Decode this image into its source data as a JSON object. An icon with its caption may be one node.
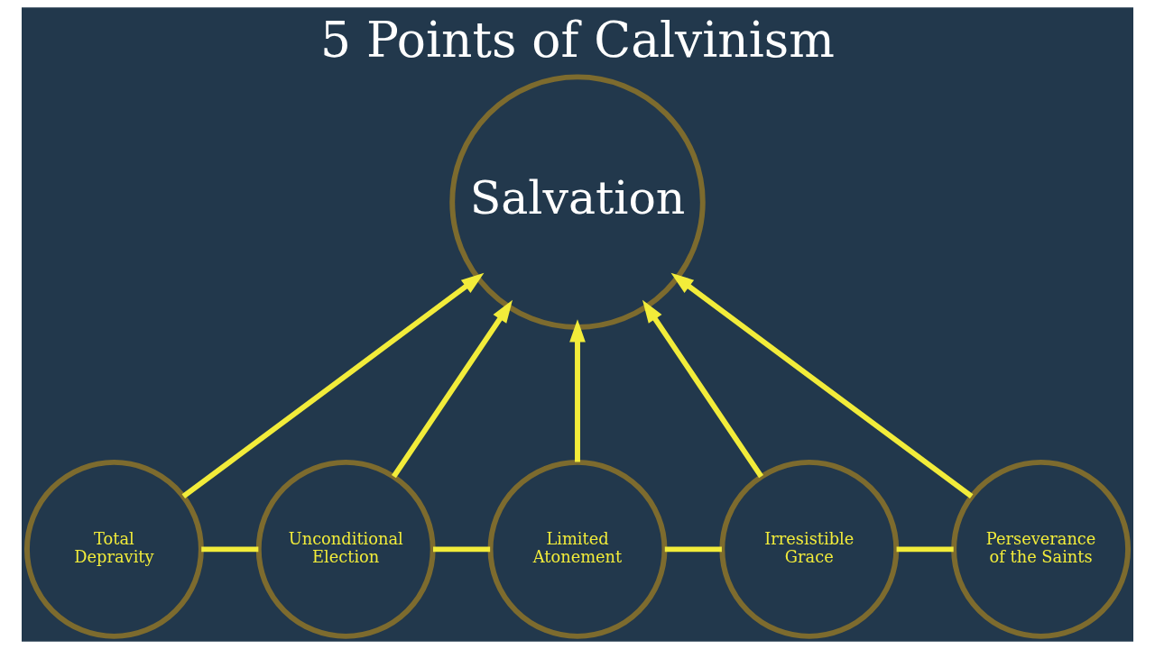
{
  "diagram": {
    "title": "5 Points of Calvinism",
    "nodes": [
      {
        "text": [
          "Salvation"
        ]
      },
      {
        "text": [
          "Total Depravity"
        ]
      },
      {
        "text": [
          "Unconditional Election"
        ]
      },
      {
        "text": [
          "Limited Atonement"
        ]
      },
      {
        "text": [
          "Irresistible Grace"
        ]
      },
      {
        "text": [
          "Perseverance of the Saints"
        ]
      }
    ],
    "edges": [
      {
        "from": 1,
        "to": 0,
        "arrow": "to"
      },
      {
        "from": 2,
        "to": 0,
        "arrow": "to"
      },
      {
        "from": 3,
        "to": 0,
        "arrow": "to"
      },
      {
        "from": 4,
        "to": 0,
        "arrow": "to"
      },
      {
        "from": 5,
        "to": 0,
        "arrow": "to"
      },
      {
        "from": 1,
        "to": 2,
        "arrow": "none"
      },
      {
        "from": 2,
        "to": 3,
        "arrow": "none"
      },
      {
        "from": 3,
        "to": 4,
        "arrow": "none"
      },
      {
        "from": 4,
        "to": 5,
        "arrow": "none"
      }
    ]
  }
}
